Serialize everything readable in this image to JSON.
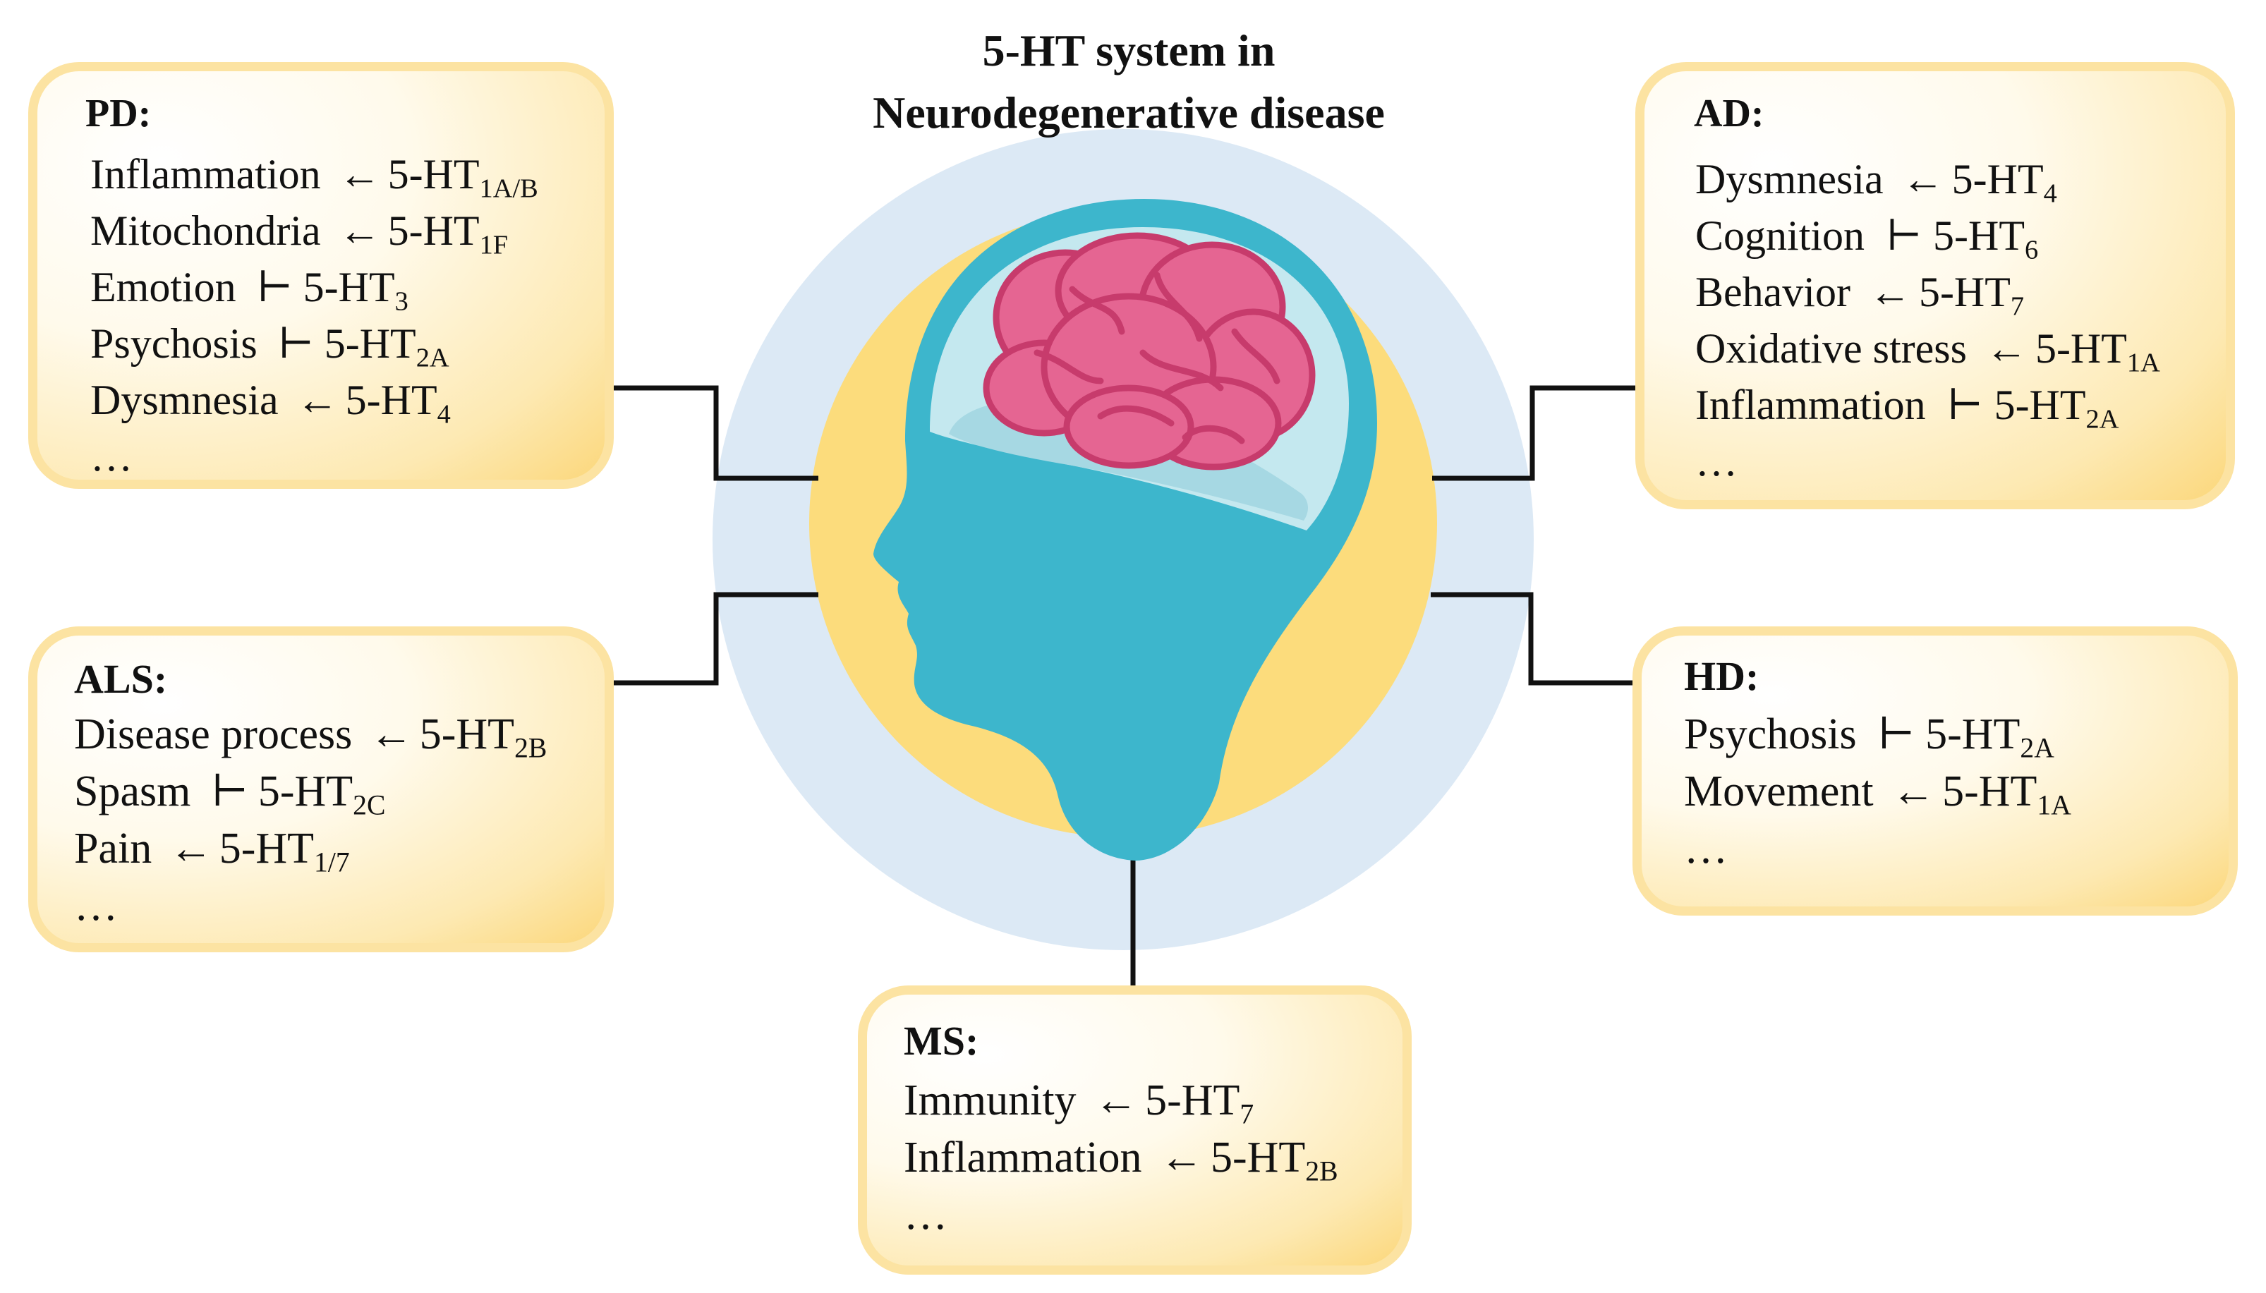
{
  "title": {
    "line1": "5-HT system in",
    "line2": "Neurodegenerative disease"
  },
  "symbols": {
    "activates": "←",
    "inhibits": "⊢"
  },
  "boxes": {
    "pd": {
      "title": "PD:",
      "items": [
        {
          "effect": "Inflammation",
          "relation": "activates",
          "receptor": "5-HT",
          "subtype": "1A/B"
        },
        {
          "effect": "Mitochondria",
          "relation": "activates",
          "receptor": "5-HT",
          "subtype": "1F"
        },
        {
          "effect": "Emotion",
          "relation": "inhibits",
          "receptor": "5-HT",
          "subtype": "3"
        },
        {
          "effect": "Psychosis",
          "relation": "inhibits",
          "receptor": "5-HT",
          "subtype": "2A"
        },
        {
          "effect": "Dysmnesia",
          "relation": "activates",
          "receptor": "5-HT",
          "subtype": "4"
        }
      ],
      "ellipsis": "…"
    },
    "ad": {
      "title": "AD:",
      "items": [
        {
          "effect": "Dysmnesia",
          "relation": "activates",
          "receptor": "5-HT",
          "subtype": "4"
        },
        {
          "effect": "Cognition",
          "relation": "inhibits",
          "receptor": "5-HT",
          "subtype": "6"
        },
        {
          "effect": "Behavior",
          "relation": "activates",
          "receptor": "5-HT",
          "subtype": "7"
        },
        {
          "effect": "Oxidative stress",
          "relation": "activates",
          "receptor": "5-HT",
          "subtype": "1A"
        },
        {
          "effect": "Inflammation",
          "relation": "inhibits",
          "receptor": "5-HT",
          "subtype": "2A"
        }
      ],
      "ellipsis": "…"
    },
    "als": {
      "title": "ALS:",
      "items": [
        {
          "effect": "Disease process",
          "relation": "activates",
          "receptor": "5-HT",
          "subtype": "2B"
        },
        {
          "effect": "Spasm",
          "relation": "inhibits",
          "receptor": "5-HT",
          "subtype": "2C"
        },
        {
          "effect": "Pain",
          "relation": "activates",
          "receptor": "5-HT",
          "subtype": "1/7"
        }
      ],
      "ellipsis": "…"
    },
    "hd": {
      "title": "HD:",
      "items": [
        {
          "effect": "Psychosis",
          "relation": "inhibits",
          "receptor": "5-HT",
          "subtype": "2A"
        },
        {
          "effect": "Movement",
          "relation": "activates",
          "receptor": "5-HT",
          "subtype": "1A"
        }
      ],
      "ellipsis": "…"
    },
    "ms": {
      "title": "MS:",
      "items": [
        {
          "effect": "Immunity",
          "relation": "activates",
          "receptor": "5-HT",
          "subtype": "7"
        },
        {
          "effect": "Inflammation",
          "relation": "activates",
          "receptor": "5-HT",
          "subtype": "2B"
        }
      ],
      "ellipsis": "…"
    }
  },
  "colors": {
    "halo": "#dce9f5",
    "disc": "#fcdc7c",
    "head": "#3db6cc",
    "glass_outer": "#c4e8ef",
    "glass_inner": "#a6d8e3",
    "brain": "#e56592",
    "brain_outline": "#c73b6c",
    "box_border": "#fce3a2",
    "connector": "#111111"
  },
  "icons": {
    "center": "human-head-brain-icon"
  }
}
